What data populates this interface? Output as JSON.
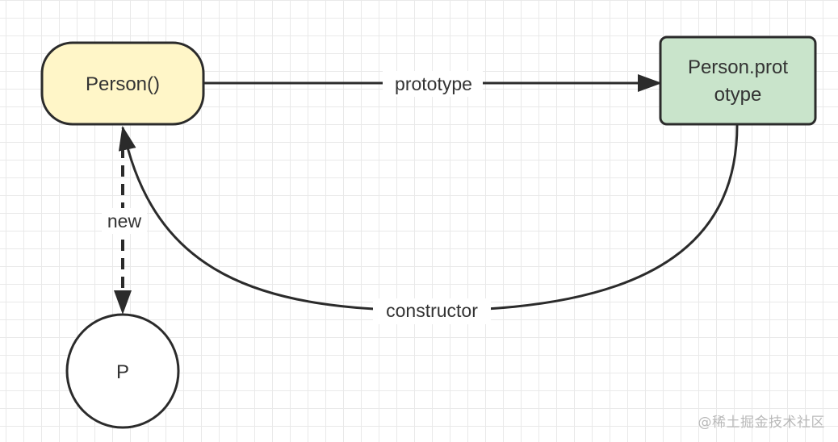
{
  "nodes": {
    "person_fn": {
      "label": "Person()",
      "fill": "#fff6c8"
    },
    "person_prototype": {
      "label_line1": "Person.prot",
      "label_line2": "otype",
      "fill": "#c9e4cb"
    },
    "instance_p": {
      "label": "P",
      "fill": "#ffffff"
    }
  },
  "edges": {
    "prototype": {
      "label": "prototype"
    },
    "constructor": {
      "label": "constructor"
    },
    "new": {
      "label": "new"
    }
  },
  "watermark": "@稀土掘金技术社区",
  "colors": {
    "stroke": "#2b2b2b",
    "text": "#333333"
  }
}
